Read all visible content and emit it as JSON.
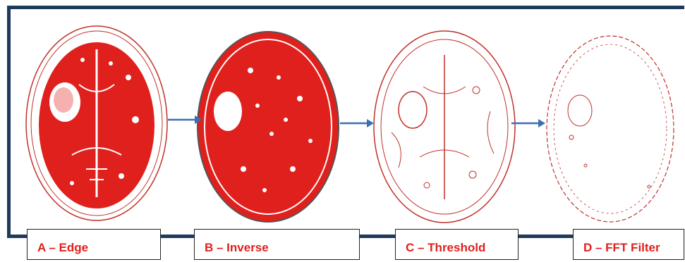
{
  "panels": [
    {
      "label": "A – Edge"
    },
    {
      "label": "B – Inverse"
    },
    {
      "label": "C – Threshold"
    },
    {
      "label": "D – FFT Filter"
    }
  ],
  "colors": {
    "frame": "#1f3b5a",
    "arrow": "#3a6fb5",
    "brain_fill": "#e0201d",
    "label_text": "#e0201d"
  }
}
